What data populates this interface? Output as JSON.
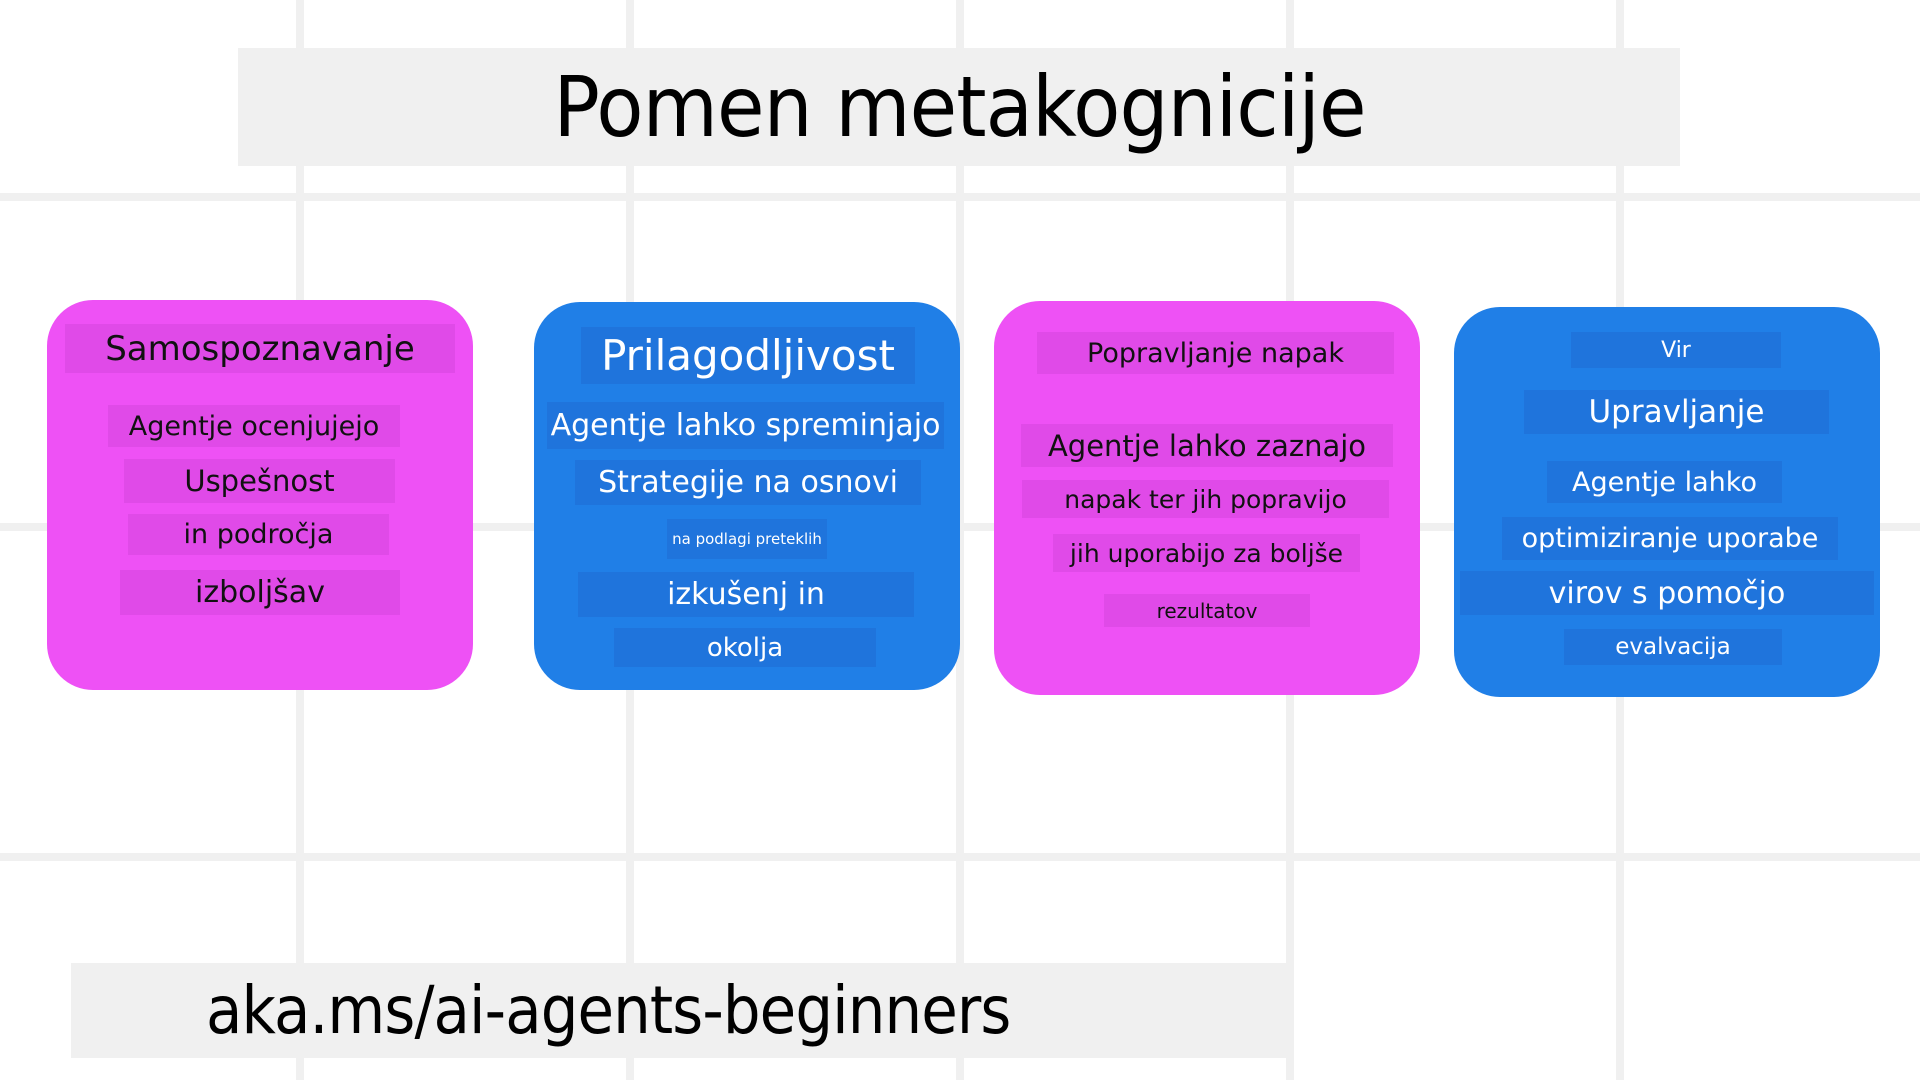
{
  "title": "Pomen metakognicije",
  "footer": "aka.ms/ai-agents-beginners",
  "colors": {
    "magenta": "#ee51f5",
    "blue": "#207fe7",
    "grid": "#f0f0f0"
  },
  "cards": [
    {
      "title": "Samospoznavanje",
      "lines": [
        "Agentje ocenjujejo",
        "Uspešnost",
        "in področja",
        "izboljšav"
      ]
    },
    {
      "title": "Prilagodljivost",
      "lines": [
        "Agentje lahko spreminjajo",
        "Strategije na osnovi",
        "na podlagi preteklih",
        "izkušenj in",
        "okolja"
      ]
    },
    {
      "title": "Popravljanje napak",
      "lines": [
        "Agentje lahko zaznajo",
        "napak ter jih popravijo",
        "jih uporabijo za boljše",
        "rezultatov"
      ]
    },
    {
      "title": "Vir",
      "lines": [
        "Upravljanje",
        "Agentje lahko",
        "optimiziranje uporabe",
        "virov s pomočjo",
        "evalvacija"
      ]
    }
  ]
}
